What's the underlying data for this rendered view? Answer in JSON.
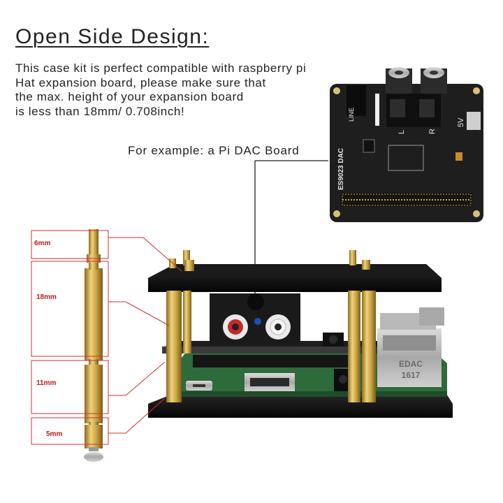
{
  "title": "Open Side Design:",
  "description_lines": [
    "This case kit is perfect compatible with raspberry pi",
    "Hat expansion board, please make sure that",
    "the max. height of your expansion board",
    "is less than 18mm/ 0.708inch!"
  ],
  "example_caption": "For example: a Pi DAC Board",
  "measurements": [
    "6mm",
    "18mm",
    "11mm",
    "5mm"
  ],
  "board_labels": {
    "dac_name": "ES9023 DAC",
    "line": "LINE",
    "left": "L",
    "right": "R",
    "voltage": "5V",
    "ethernet_jack": "EDAC",
    "ethernet_code": "1617"
  },
  "colors": {
    "text": "#222222",
    "measure_label": "#b71c1c",
    "leader_line": "#d32f2f",
    "dac_board": "#1e1e1e",
    "brass": "#c9a544",
    "acrylic": "#111111",
    "pcb_green": "#2e6b3a"
  }
}
